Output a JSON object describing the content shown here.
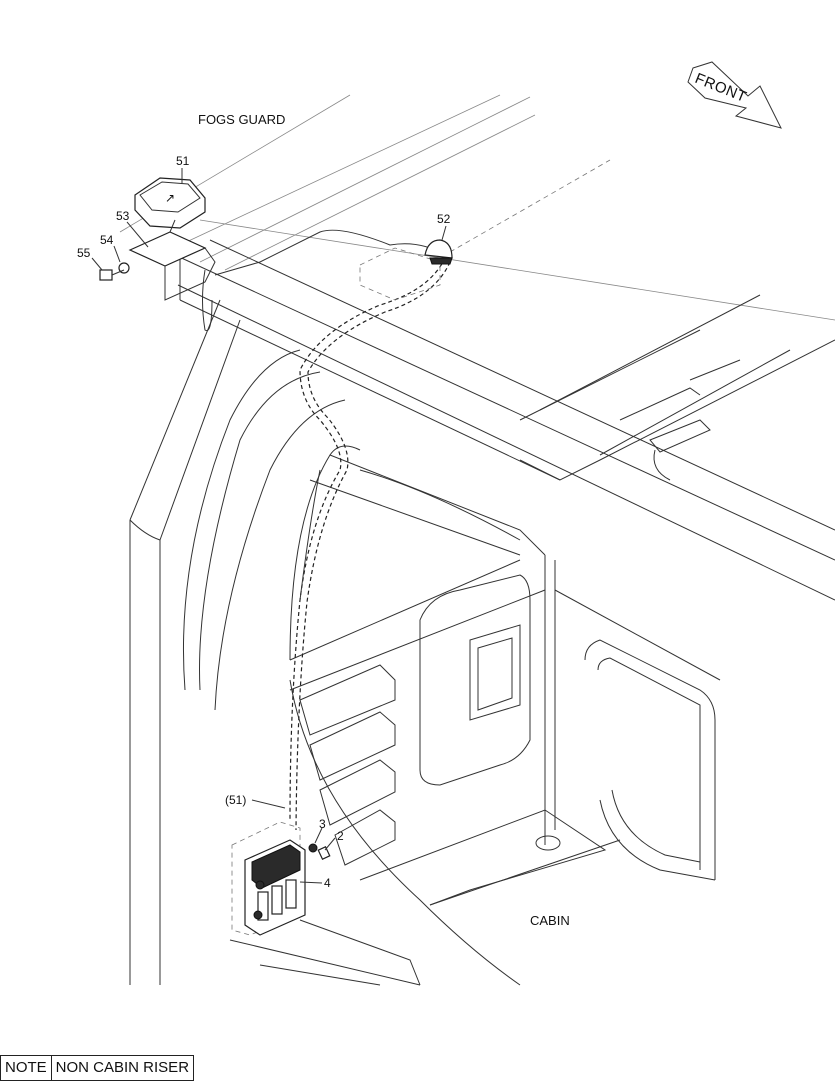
{
  "labels": {
    "top_area": "FOGS GUARD",
    "bottom_area": "CABIN",
    "direction": "FRONT"
  },
  "callouts": {
    "p51": "51",
    "p52": "52",
    "p53": "53",
    "p54": "54",
    "p55": "55",
    "p51_ref": "(51)",
    "p2": "2",
    "p3": "3",
    "p4": "4"
  },
  "note": {
    "label": "NOTE",
    "text": "NON CABIN RISER"
  }
}
